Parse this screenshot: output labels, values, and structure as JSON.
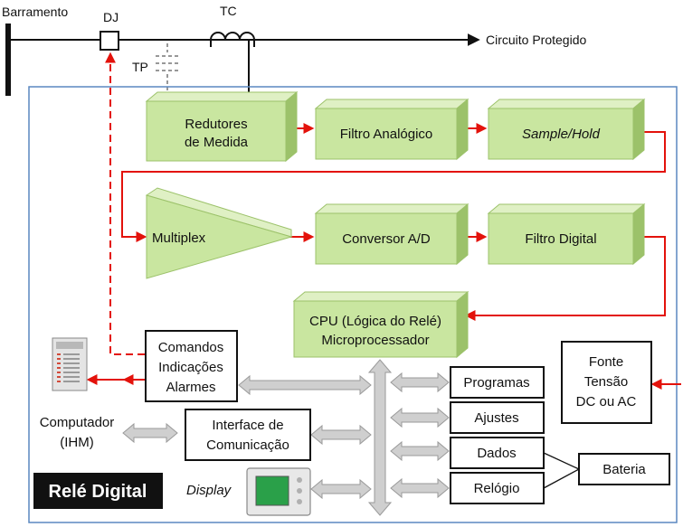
{
  "colors": {
    "block_fill": "#c9e6a0",
    "block_top": "#dff0c4",
    "block_side": "#9cc26a",
    "signal_arrow": "#e3120b",
    "bus_arrow": "#c8c8c8",
    "panel_border": "#5a87c0",
    "title_bg": "#111111",
    "title_fg": "#ffffff",
    "display_screen": "#2aa049"
  },
  "header": {
    "busbar": "Barramento",
    "breaker": "DJ",
    "ct": "TC",
    "vt": "TP",
    "protected_circuit": "Circuito Protegido"
  },
  "blocks": {
    "reducers_line1": "Redutores",
    "reducers_line2": "de Medida",
    "analog_filter": "Filtro Analógico",
    "sample_hold": "Sample/Hold",
    "multiplex": "Multiplex",
    "adc": "Conversor A/D",
    "digital_filter": "Filtro Digital",
    "cpu_line1": "CPU (Lógica do Relé)",
    "cpu_line2": "Microprocessador"
  },
  "boxes": {
    "commands_line1": "Comandos",
    "commands_line2": "Indicações",
    "commands_line3": "Alarmes",
    "comm_interface_line1": "Interface de",
    "comm_interface_line2": "Comunicação",
    "programs": "Programas",
    "settings": "Ajustes",
    "data": "Dados",
    "clock": "Relógio",
    "battery": "Bateria",
    "power_line1": "Fonte",
    "power_line2": "Tensão",
    "power_line3": "DC ou AC"
  },
  "labels": {
    "computer_line1": "Computador",
    "computer_line2": "(IHM)",
    "display": "Display",
    "title": "Relé Digital"
  }
}
